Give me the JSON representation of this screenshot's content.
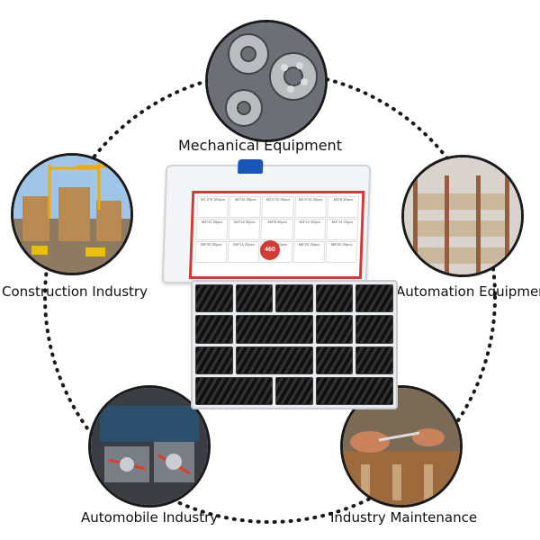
{
  "applications": [
    {
      "key": "mechanical",
      "label": "Mechanical Equipment"
    },
    {
      "key": "construction",
      "label": "Construction Industry"
    },
    {
      "key": "automation",
      "label": "Automation Equipment"
    },
    {
      "key": "automobile",
      "label": "Automobile Industry"
    },
    {
      "key": "maintenance",
      "label": "Industry Maintenance"
    }
  ],
  "product": {
    "quantity_badge": "460",
    "sizes": [
      "M1.5*8 100pcs",
      "M2*16 30pcs",
      "M2.5*10 30pcs",
      "M2.5*16 30pcs",
      "M3*8 30pcs",
      "M2*12 30pcs",
      "M3*16 30pcs",
      "M4*8 30pcs",
      "M4*12 30pcs",
      "M4*14 30pcs",
      "M5*30 30pcs",
      "M5*16 30pcs",
      "M6*30 30pcs",
      "M6*20 30pcs",
      "M8*30 30pcs"
    ]
  },
  "colors": {
    "accent_red": "#d23a35",
    "lid_handle": "#1a56b8",
    "ring": "#1a1a1a"
  }
}
